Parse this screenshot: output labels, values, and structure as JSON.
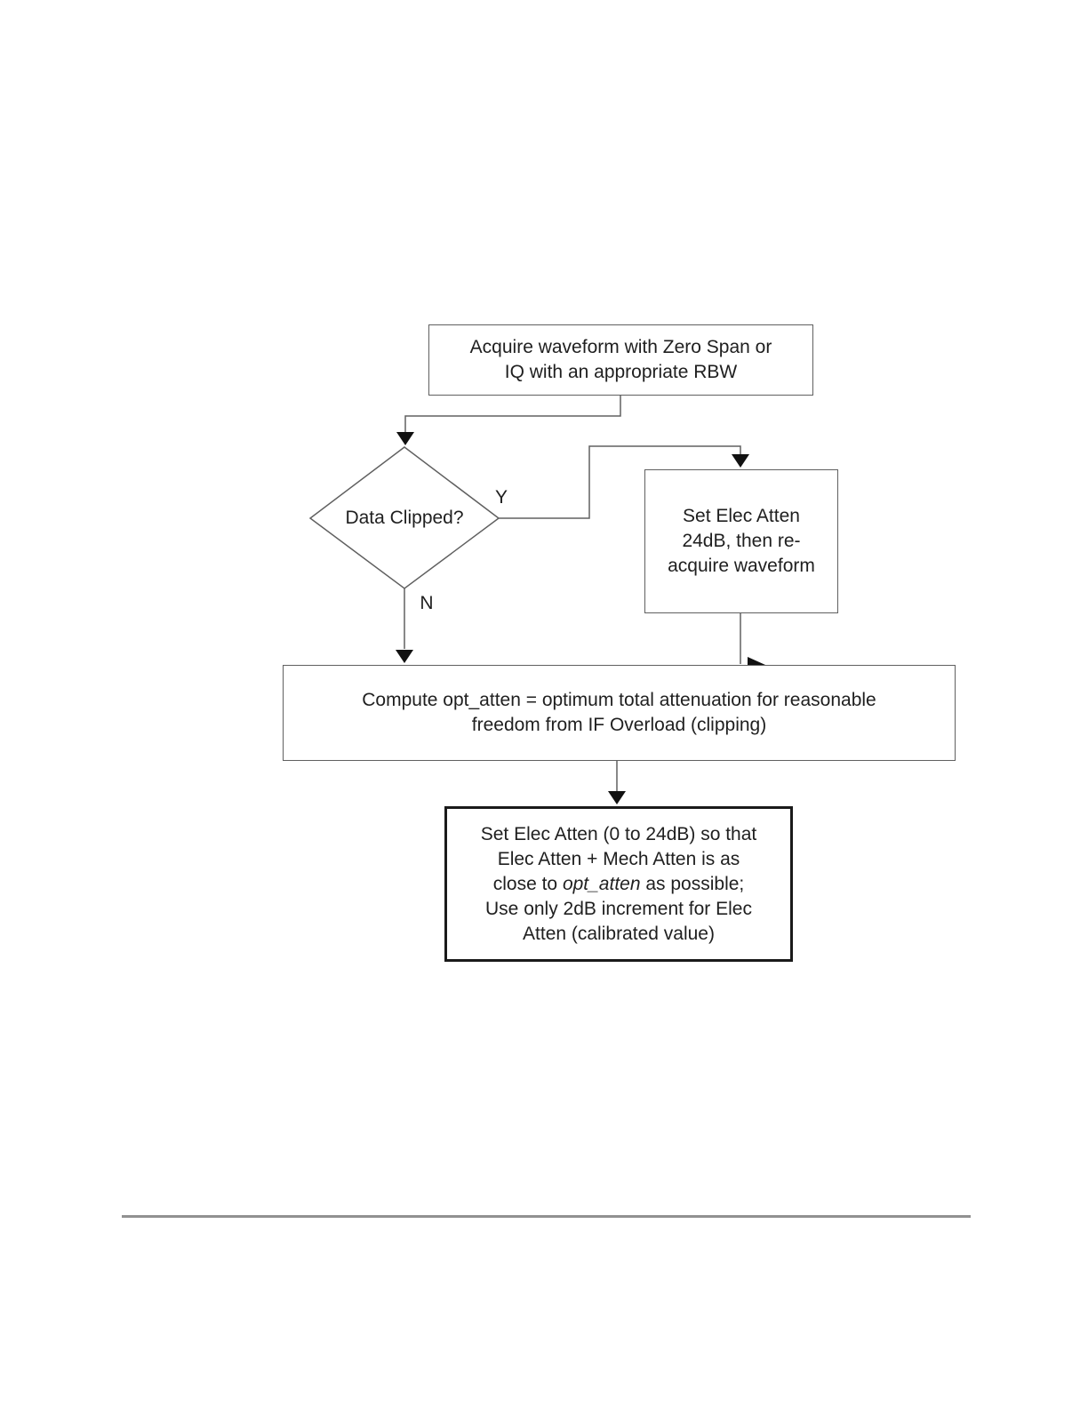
{
  "diagram": {
    "nodes": {
      "acquire": {
        "text": "Acquire waveform with Zero Span or\nIQ with an appropriate RBW"
      },
      "decision": {
        "text": "Data Clipped?"
      },
      "set_elec_atten_24": {
        "text": "Set Elec Atten\n24dB, then re-\nacquire waveform"
      },
      "compute_opt_atten": {
        "text": "Compute opt_atten = optimum total attenuation for reasonable\nfreedom from IF Overload (clipping)"
      },
      "set_elec_atten_final": {
        "text_before_italic": "Set Elec Atten (0 to 24dB) so that\nElec Atten + Mech Atten is as\nclose to ",
        "italic_text": "opt_atten",
        "text_after_italic": " as possible;\nUse only 2dB increment for Elec\nAtten (calibrated value)"
      }
    },
    "branch_labels": {
      "yes": "Y",
      "no": "N"
    },
    "colors": {
      "background": "#ffffff",
      "line": "#606060",
      "box_border": "#606060",
      "emphasis_box_border": "#1a1a1a",
      "arrowhead": "#111111",
      "text": "#1f1f1f",
      "divider": "#919191"
    }
  }
}
